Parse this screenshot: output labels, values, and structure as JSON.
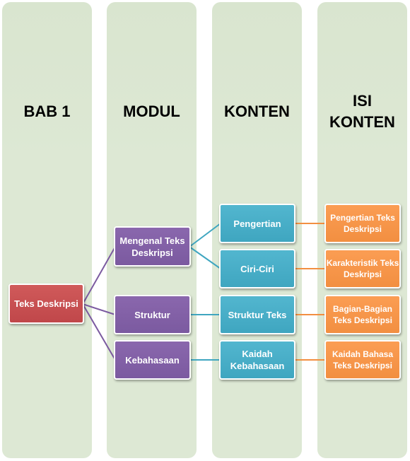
{
  "columns": {
    "bab": "BAB 1",
    "modul": "MODUL",
    "konten": "KONTEN",
    "isi_konten": "ISI\nKONTEN"
  },
  "root": "Teks Deskripsi",
  "modules": {
    "mengenal": "Mengenal Teks Deskripsi",
    "struktur": "Struktur",
    "kebahasaan": "Kebahasaan"
  },
  "contents": {
    "pengertian": "Pengertian",
    "ciri": "Ciri-Ciri",
    "struktur_teks": "Struktur Teks",
    "kaidah": "Kaidah Kebahasaan"
  },
  "details": {
    "pengertian": "Pengertian Teks Deskripsi",
    "karakteristik": "Karakteristik Teks Deskripsi",
    "bagian": "Bagian-Bagian Teks Deskripsi",
    "kaidah_bahasa": "Kaidah Bahasa Teks Deskripsi"
  },
  "colors": {
    "root": "#c0474a",
    "module": "#7b5aa0",
    "content": "#3fa6c0",
    "detail": "#f28f41",
    "column_bg": "#dde8d4"
  }
}
